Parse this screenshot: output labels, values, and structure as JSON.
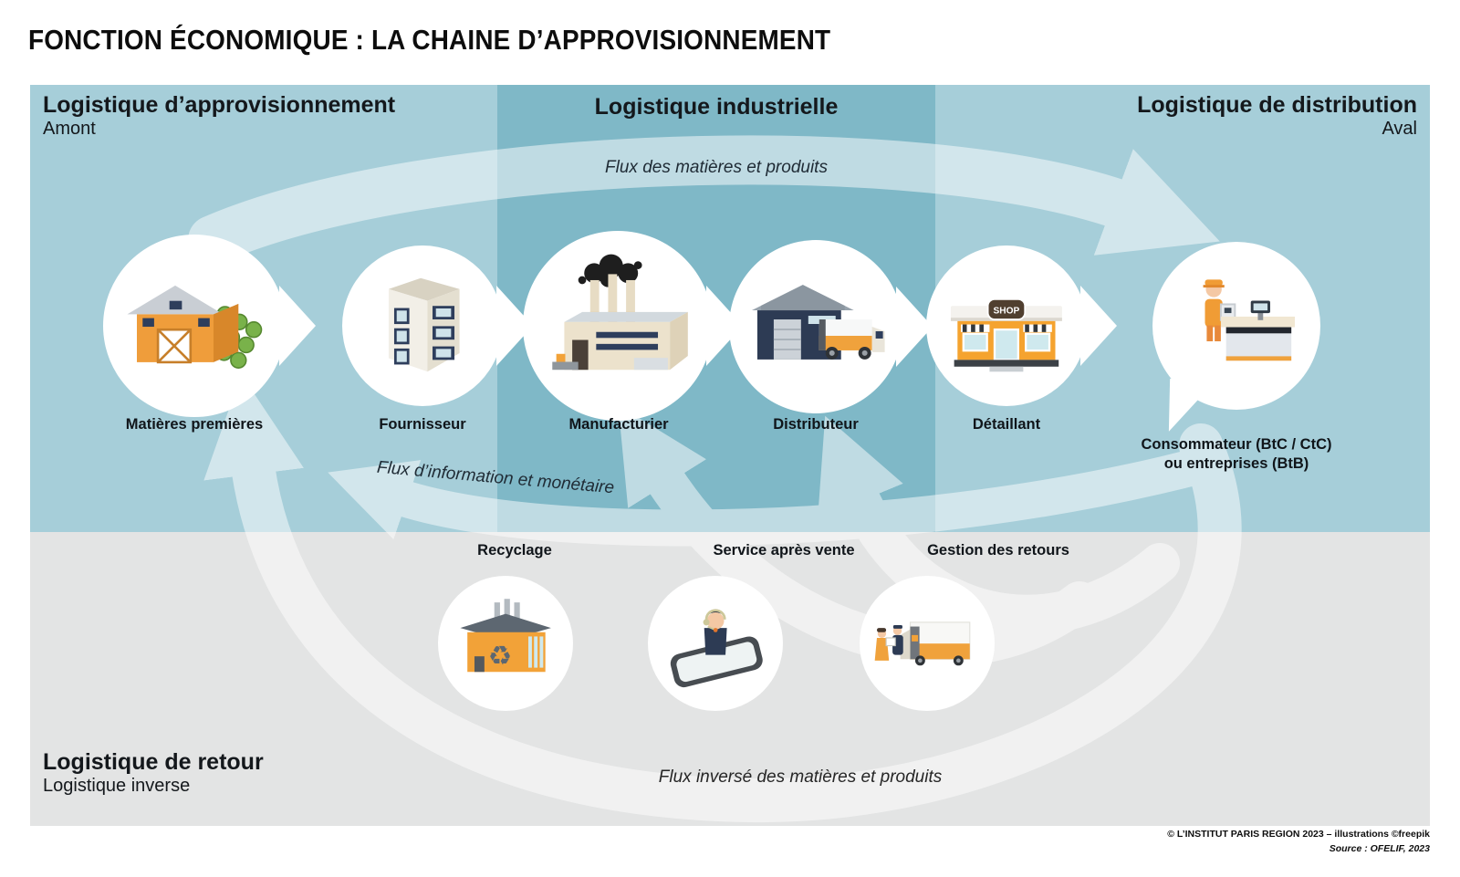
{
  "title": "FONCTION ÉCONOMIQUE : LA CHAINE D’APPROVISIONNEMENT",
  "sections": {
    "supply": {
      "title": "Logistique d’approvisionnement",
      "subtitle": "Amont"
    },
    "industrial": {
      "title": "Logistique industrielle"
    },
    "distribution": {
      "title": "Logistique de distribution",
      "subtitle": "Aval"
    },
    "return": {
      "title": "Logistique de retour",
      "subtitle": "Logistique inverse"
    }
  },
  "flows": {
    "forward": "Flux des matières et produits",
    "information": "Flux d’information et monétaire",
    "reverse": "Flux inversé des matières et produits"
  },
  "chain": [
    {
      "label": "Matières premières",
      "icon": "farm-icon"
    },
    {
      "label": "Fournisseur",
      "icon": "building-icon"
    },
    {
      "label": "Manufacturier",
      "icon": "factory-icon"
    },
    {
      "label": "Distributeur",
      "icon": "warehouse-truck-icon"
    },
    {
      "label": "Détaillant",
      "icon": "shop-icon"
    },
    {
      "label": "Consommateur (BtC / CtC)",
      "label2": "ou entreprises (BtB)",
      "icon": "cashier-icon"
    }
  ],
  "reverse_chain": [
    {
      "label": "Recyclage",
      "icon": "recycling-plant-icon"
    },
    {
      "label": "Service après vente",
      "icon": "support-phone-icon"
    },
    {
      "label": "Gestion des retours",
      "icon": "returns-truck-icon"
    }
  ],
  "icons": {
    "shop_sign": "SHOP"
  },
  "credits": {
    "line1": "© L’INSTITUT PARIS REGION 2023 – illustrations ©freepik",
    "line2": "Source : OFELIF, 2023"
  },
  "colors": {
    "band_light": "#a6ced9",
    "band_dark": "#7fb8c7",
    "band_gray": "#e3e4e4",
    "accent_orange": "#f2a238",
    "navy": "#2d3b54",
    "ink": "#14181c"
  }
}
